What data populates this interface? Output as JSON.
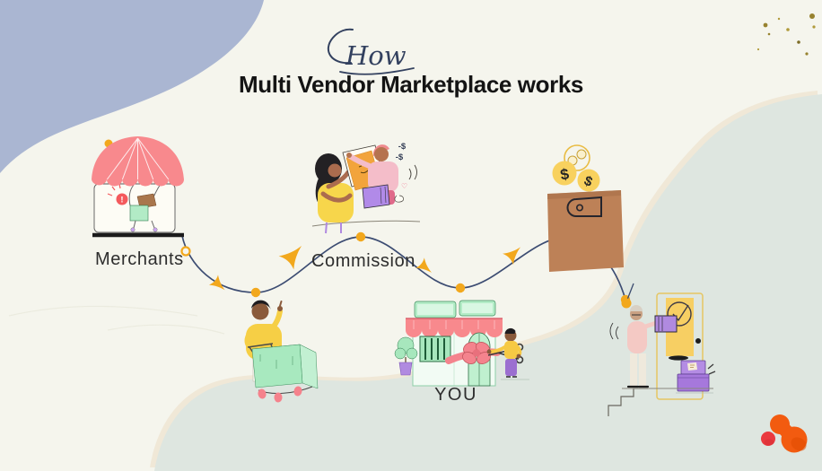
{
  "title": {
    "script": "How",
    "main": "Multi Vendor Marketplace works"
  },
  "stages": {
    "merchants": {
      "label": "Merchants"
    },
    "commission": {
      "label": "Commission"
    },
    "you": {
      "label": "YOU"
    }
  },
  "merchant_scene": {
    "alert_badge": "!"
  },
  "commission_scene": {
    "fee_text_1": "-$",
    "fee_text_2": "-$"
  },
  "payout_scene": {
    "coin_symbol_1": "$",
    "coin_symbol_2": "$"
  },
  "colors": {
    "background_cream": "#f5f5ed",
    "corner_blue": "#aab6d2",
    "blob_sage": "#dee6e0",
    "path_navy": "#3c4c72",
    "accent_amber": "#f2a81d",
    "awning_pink": "#f8898d",
    "mint_green": "#aee9c2",
    "shirt_yellow": "#f6d24b",
    "box_purple": "#b18ae8",
    "wallet_brown": "#bd8157",
    "logo_orange": "#f25b10",
    "logo_red": "#ea3a3f",
    "title_navy": "#33415f"
  }
}
